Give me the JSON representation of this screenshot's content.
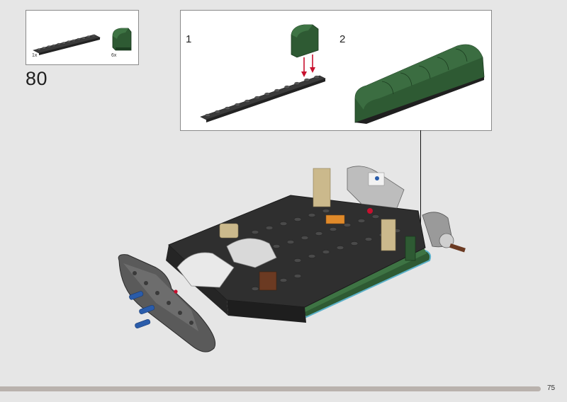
{
  "parts_list": {
    "items": [
      {
        "icon": "dark-grey-plate-1x12-icon",
        "quantity": "1x"
      },
      {
        "icon": "green-curved-slope-icon",
        "quantity": "6x"
      }
    ]
  },
  "step": {
    "number": "80"
  },
  "callout": {
    "substeps": [
      {
        "label": "1"
      },
      {
        "label": "2"
      }
    ]
  },
  "page": {
    "number": "75"
  },
  "colors": {
    "green": "#2e5a33",
    "dark_grey": "#3b3b3b",
    "arrow_red": "#c8102e",
    "blue_pin": "#2a5caa",
    "tan": "#cbb98c"
  }
}
